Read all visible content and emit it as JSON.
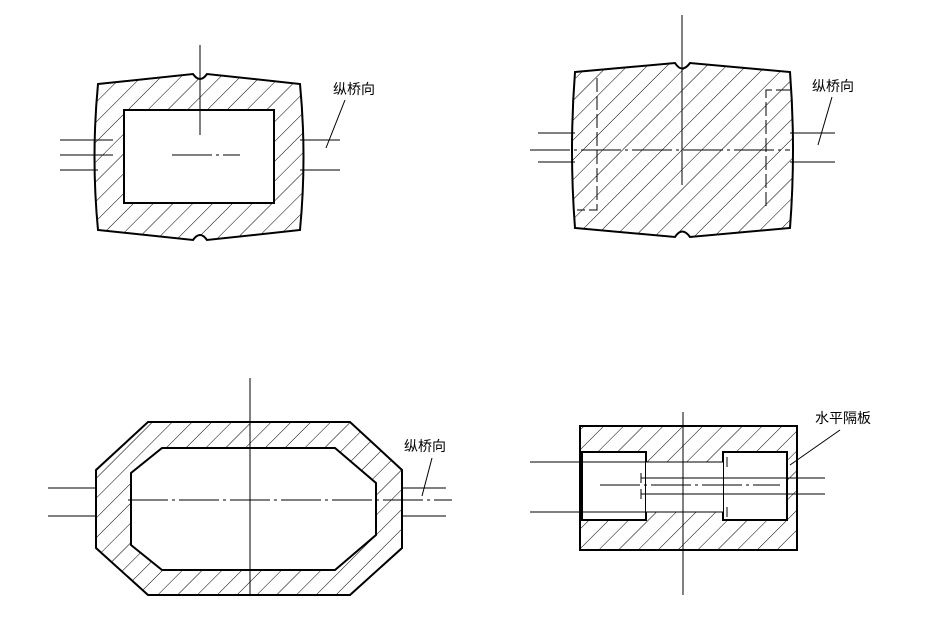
{
  "figures": [
    {
      "id": "fig-tl",
      "label": "纵桥向"
    },
    {
      "id": "fig-tr",
      "label": "纵桥向"
    },
    {
      "id": "fig-bl",
      "label": "纵桥向"
    },
    {
      "id": "fig-br",
      "label": "水平隔板"
    }
  ],
  "colors": {
    "ink": "#000000",
    "background": "#ffffff"
  }
}
